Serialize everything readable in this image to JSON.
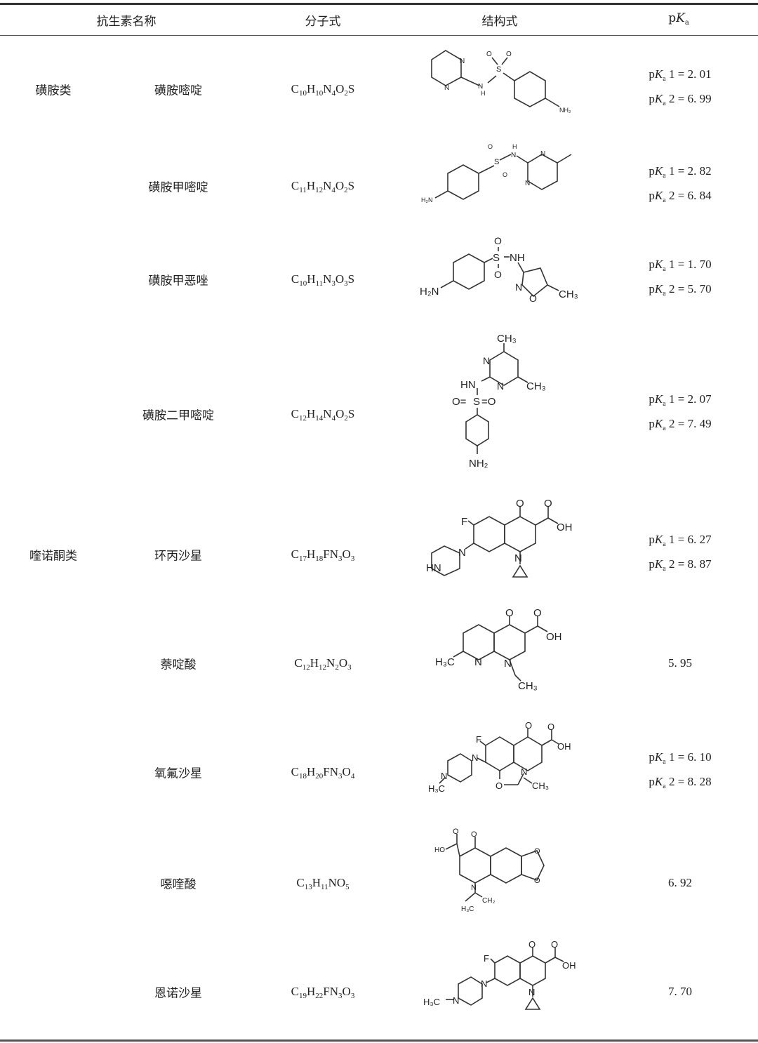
{
  "table": {
    "headers": {
      "antibiotic_name": "抗生素名称",
      "molecular_formula": "分子式",
      "structure": "结构式",
      "pka_label_p": "p",
      "pka_label_K": "K",
      "pka_label_a": "a"
    },
    "categories": [
      {
        "label": "磺胺类",
        "rows": [
          0,
          1,
          2,
          3
        ]
      },
      {
        "label": "喹诺酮类",
        "rows": [
          4,
          5,
          6,
          7,
          8
        ]
      }
    ],
    "rows": [
      {
        "name": "磺胺嘧啶",
        "formula": [
          [
            "C",
            "10"
          ],
          [
            "H",
            "10"
          ],
          [
            "N",
            "4"
          ],
          [
            "O",
            "2"
          ],
          [
            "S",
            ""
          ]
        ],
        "formula_text": "C10H10N4O2S",
        "pka": [
          "2. 01",
          "6. 99"
        ],
        "structure": "sulfadiazine"
      },
      {
        "name": "磺胺甲嘧啶",
        "formula": [
          [
            "C",
            "11"
          ],
          [
            "H",
            "12"
          ],
          [
            "N",
            "4"
          ],
          [
            "O",
            "2"
          ],
          [
            "S",
            ""
          ]
        ],
        "formula_text": "C11H12N4O2S",
        "pka": [
          "2. 82",
          "6. 84"
        ],
        "structure": "sulfamerazine"
      },
      {
        "name": "磺胺甲恶唑",
        "formula": [
          [
            "C",
            "10"
          ],
          [
            "H",
            "11"
          ],
          [
            "N",
            "3"
          ],
          [
            "O",
            "3"
          ],
          [
            "S",
            ""
          ]
        ],
        "formula_text": "C10H11N3O3S",
        "pka": [
          "1. 70",
          "5. 70"
        ],
        "structure": "sulfamethoxazole"
      },
      {
        "name": "磺胺二甲嘧啶",
        "formula": [
          [
            "C",
            "12"
          ],
          [
            "H",
            "14"
          ],
          [
            "N",
            "4"
          ],
          [
            "O",
            "2"
          ],
          [
            "S",
            ""
          ]
        ],
        "formula_text": "C12H14N4O2S",
        "pka": [
          "2. 07",
          "7. 49"
        ],
        "structure": "sulfamethazine"
      },
      {
        "name": "环丙沙星",
        "formula": [
          [
            "C",
            "17"
          ],
          [
            "H",
            "18"
          ],
          [
            "FN",
            "3"
          ],
          [
            "O",
            "3"
          ]
        ],
        "formula_text": "C17H18FN3O3",
        "pka": [
          "6. 27",
          "8. 87"
        ],
        "structure": "ciprofloxacin"
      },
      {
        "name": "萘啶酸",
        "formula": [
          [
            "C",
            "12"
          ],
          [
            "H",
            "12"
          ],
          [
            "N",
            "2"
          ],
          [
            "O",
            "3"
          ]
        ],
        "formula_text": "C12H12N2O3",
        "pka_single": "5. 95",
        "structure": "nalidixic-acid"
      },
      {
        "name": "氧氟沙星",
        "formula": [
          [
            "C",
            "18"
          ],
          [
            "H",
            "20"
          ],
          [
            "FN",
            "3"
          ],
          [
            "O",
            "4"
          ]
        ],
        "formula_text": "C18H20FN3O4",
        "pka": [
          "6. 10",
          "8. 28"
        ],
        "structure": "ofloxacin"
      },
      {
        "name": "噁喹酸",
        "formula": [
          [
            "C",
            "13"
          ],
          [
            "H",
            "11"
          ],
          [
            "NO",
            "5"
          ]
        ],
        "formula_text": "C13H11NO5",
        "pka_single": "6. 92",
        "structure": "oxolinic-acid"
      },
      {
        "name": "恩诺沙星",
        "formula": [
          [
            "C",
            "19"
          ],
          [
            "H",
            "22"
          ],
          [
            "FN",
            "3"
          ],
          [
            "O",
            "3"
          ]
        ],
        "formula_text": "C19H22FN3O3",
        "pka_single": "7. 70",
        "structure": "enrofloxacin"
      }
    ],
    "pka_prefix_1": "1 = ",
    "pka_prefix_2": "2 = ",
    "atom_labels": {
      "N": "N",
      "NH": "NH",
      "HN": "HN",
      "O": "O",
      "S": "S",
      "F": "F",
      "NH2": "NH₂",
      "H2N": "H₂N",
      "CH3": "CH₃",
      "H3C": "H₃C",
      "OH": "OH",
      "HO": "HO",
      "CH2": "CH₂",
      "H": "H"
    }
  }
}
